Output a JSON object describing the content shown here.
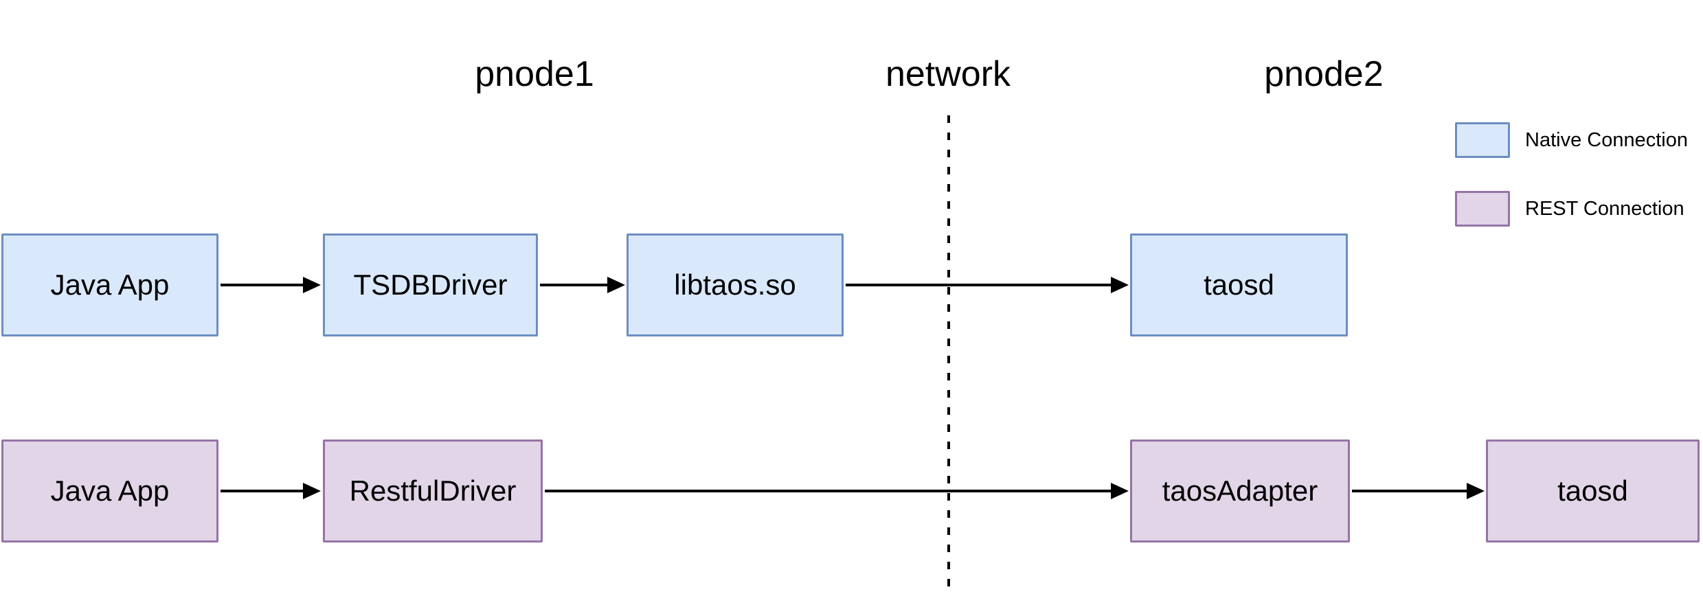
{
  "diagram": {
    "titles": [
      {
        "id": "pnode1",
        "label": "pnode1"
      },
      {
        "id": "network",
        "label": "network"
      },
      {
        "id": "pnode2",
        "label": "pnode2"
      }
    ],
    "native_row": [
      {
        "id": "java-app",
        "label": "Java App"
      },
      {
        "id": "tsdbdriver",
        "label": "TSDBDriver"
      },
      {
        "id": "libtaos-so",
        "label": "libtaos.so"
      },
      {
        "id": "taosd",
        "label": "taosd"
      }
    ],
    "rest_row": [
      {
        "id": "java-app",
        "label": "Java App"
      },
      {
        "id": "restfuldriver",
        "label": "RestfulDriver"
      },
      {
        "id": "taosadapter",
        "label": "taosAdapter"
      },
      {
        "id": "taosd",
        "label": "taosd"
      }
    ],
    "legend": [
      {
        "id": "native",
        "label": "Native Connection",
        "swatch_fill": "#dae8fc",
        "swatch_border": "#6c8ebf"
      },
      {
        "id": "rest",
        "label": "REST Connection",
        "swatch_fill": "#e1d5e7",
        "swatch_border": "#9673a6"
      }
    ],
    "colors": {
      "native_fill": "#dae8fc",
      "native_border": "#6c8ebf",
      "rest_fill": "#e1d5e7",
      "rest_border": "#9673a6",
      "line": "#000000",
      "bg": "#ffffff"
    }
  }
}
